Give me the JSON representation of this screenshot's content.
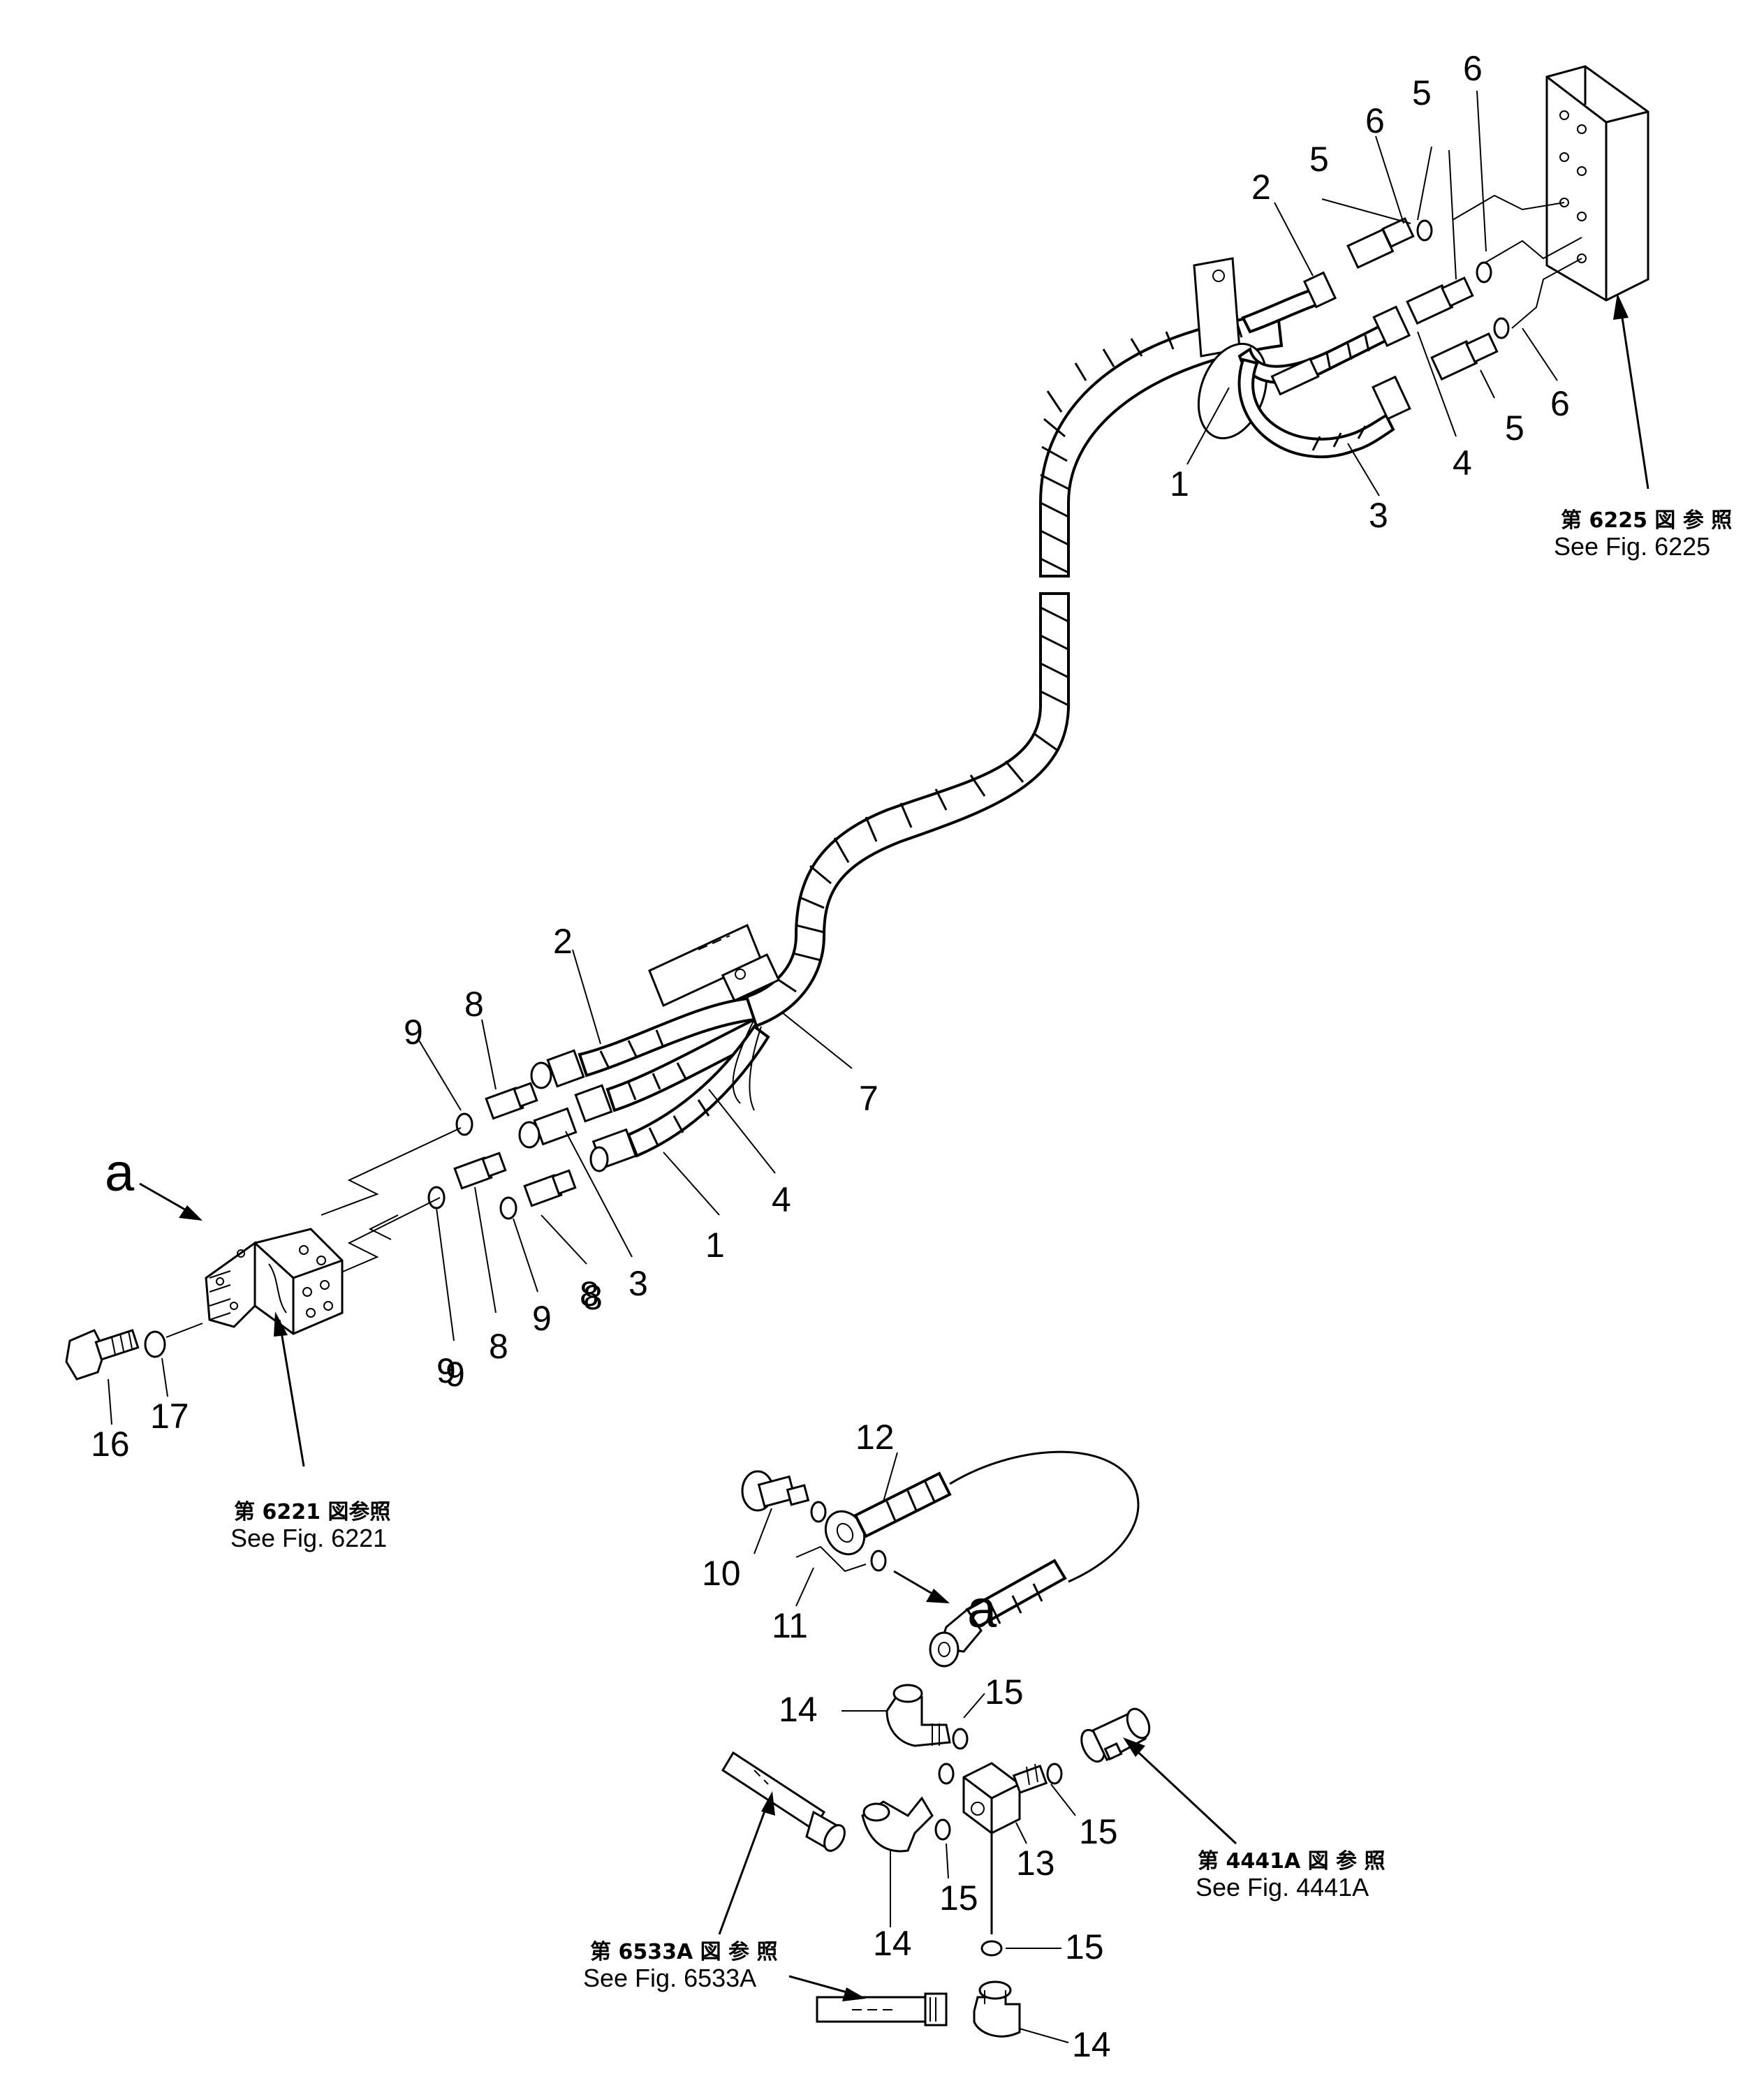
{
  "diagram": {
    "labels": {
      "top_right": [
        "6",
        "5",
        "6",
        "2",
        "5",
        "6",
        "5",
        "1",
        "4",
        "3"
      ],
      "left": [
        "2",
        "9",
        "8",
        "7",
        "4",
        "1",
        "3",
        "8",
        "9",
        "9",
        "8",
        "9",
        "8",
        "17",
        "16"
      ],
      "view_marker": "a",
      "view_marker_target": "a",
      "bottom": [
        "12",
        "10",
        "11",
        "15",
        "14",
        "15",
        "13",
        "15",
        "14",
        "15",
        "14"
      ]
    },
    "references": {
      "fig_6225_jp": "第 6225 図 参 照",
      "fig_6225_en": "See Fig. 6225",
      "fig_6221_jp": "第 6221 図参照",
      "fig_6221_en": "See Fig. 6221",
      "fig_6533a_jp": "第 6533A 図 参 照",
      "fig_6533a_en": "See Fig. 6533A",
      "fig_4441a_jp": "第 4441A 図 参 照",
      "fig_4441a_en": "See Fig. 4441A"
    }
  }
}
